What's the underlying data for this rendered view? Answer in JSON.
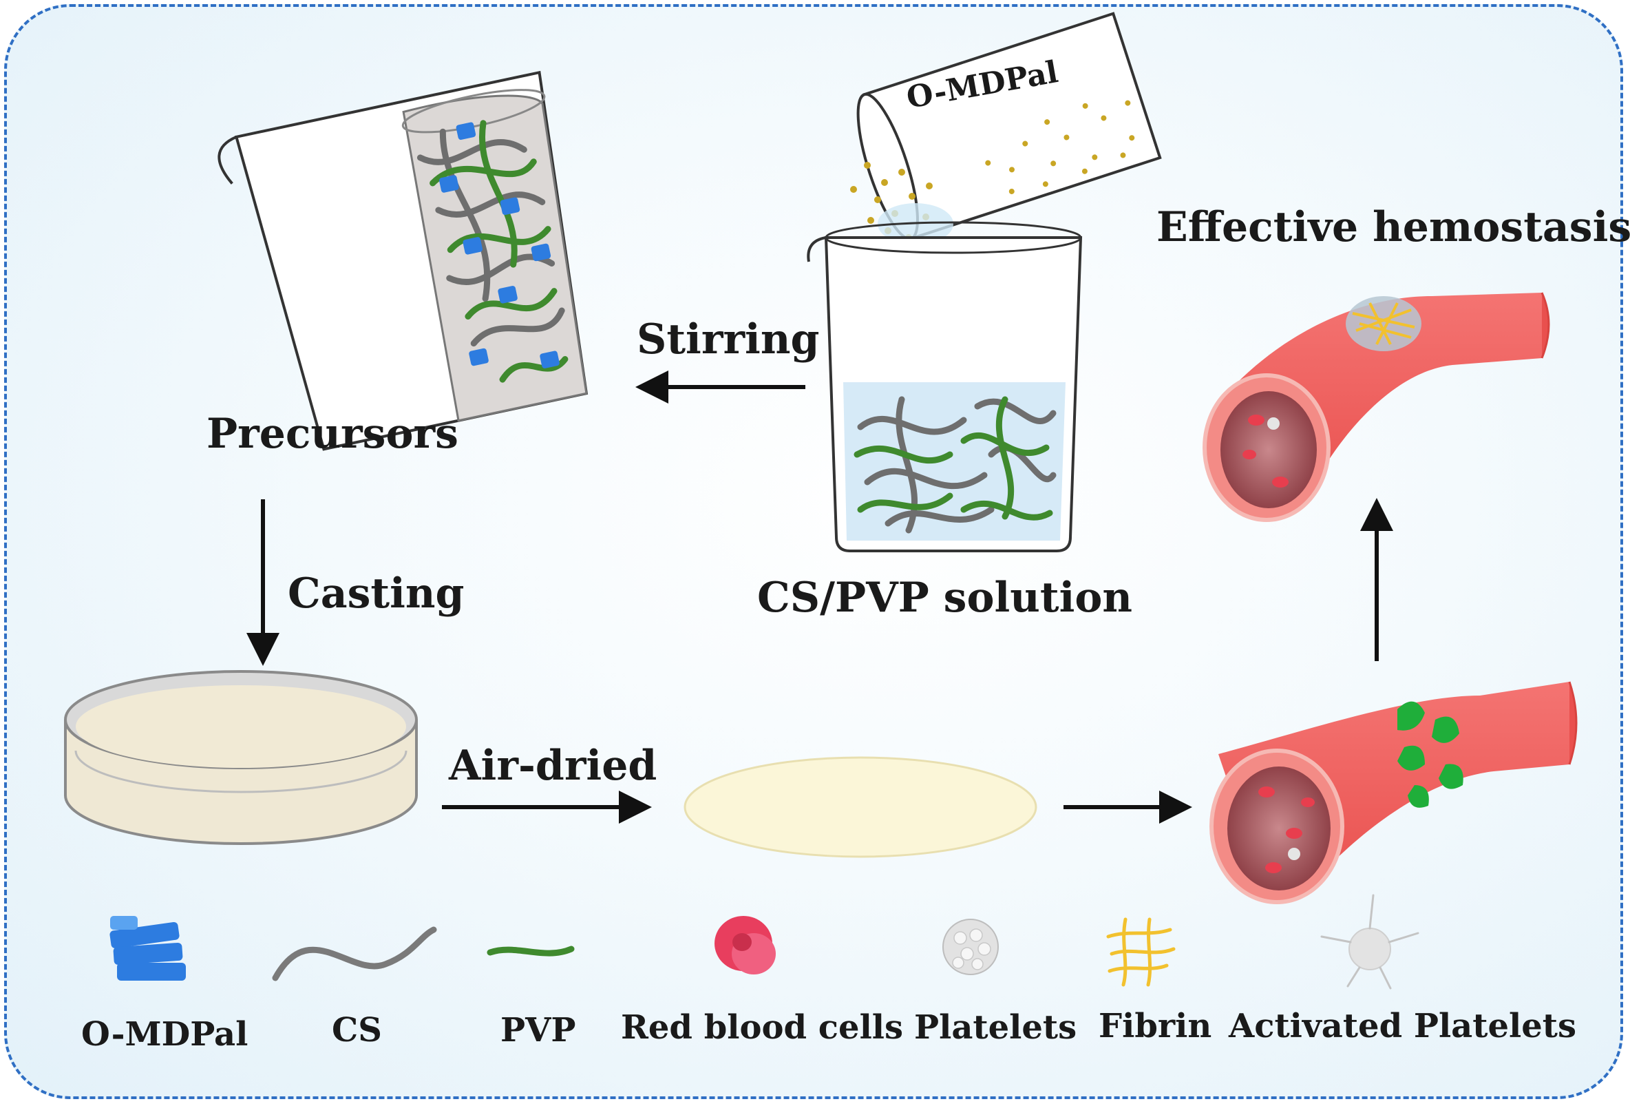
{
  "steps": {
    "stirring": "Stirring",
    "precursors": "Precursors",
    "casting": "Casting",
    "air_dried": "Air-dried",
    "solution": "CS/PVP solution",
    "hemostasis": "Effective hemostasis",
    "beaker_label": "O-MDPal"
  },
  "legend": {
    "o_mdpal": "O-MDPal",
    "cs": "CS",
    "pvp": "PVP",
    "rbc": "Red blood cells",
    "platelets": "Platelets",
    "fibrin": "Fibrin",
    "activated": "Activated Platelets"
  },
  "colors": {
    "frame": "#2f6fc4",
    "vessel": "#f0615f",
    "cs_chain": "#7a7a7a",
    "pvp_chain": "#3f8a2e",
    "o_mdpal": "#2d7ce0",
    "fibrin": "#f2c12e",
    "activated_platelet": "#1fae3a"
  }
}
